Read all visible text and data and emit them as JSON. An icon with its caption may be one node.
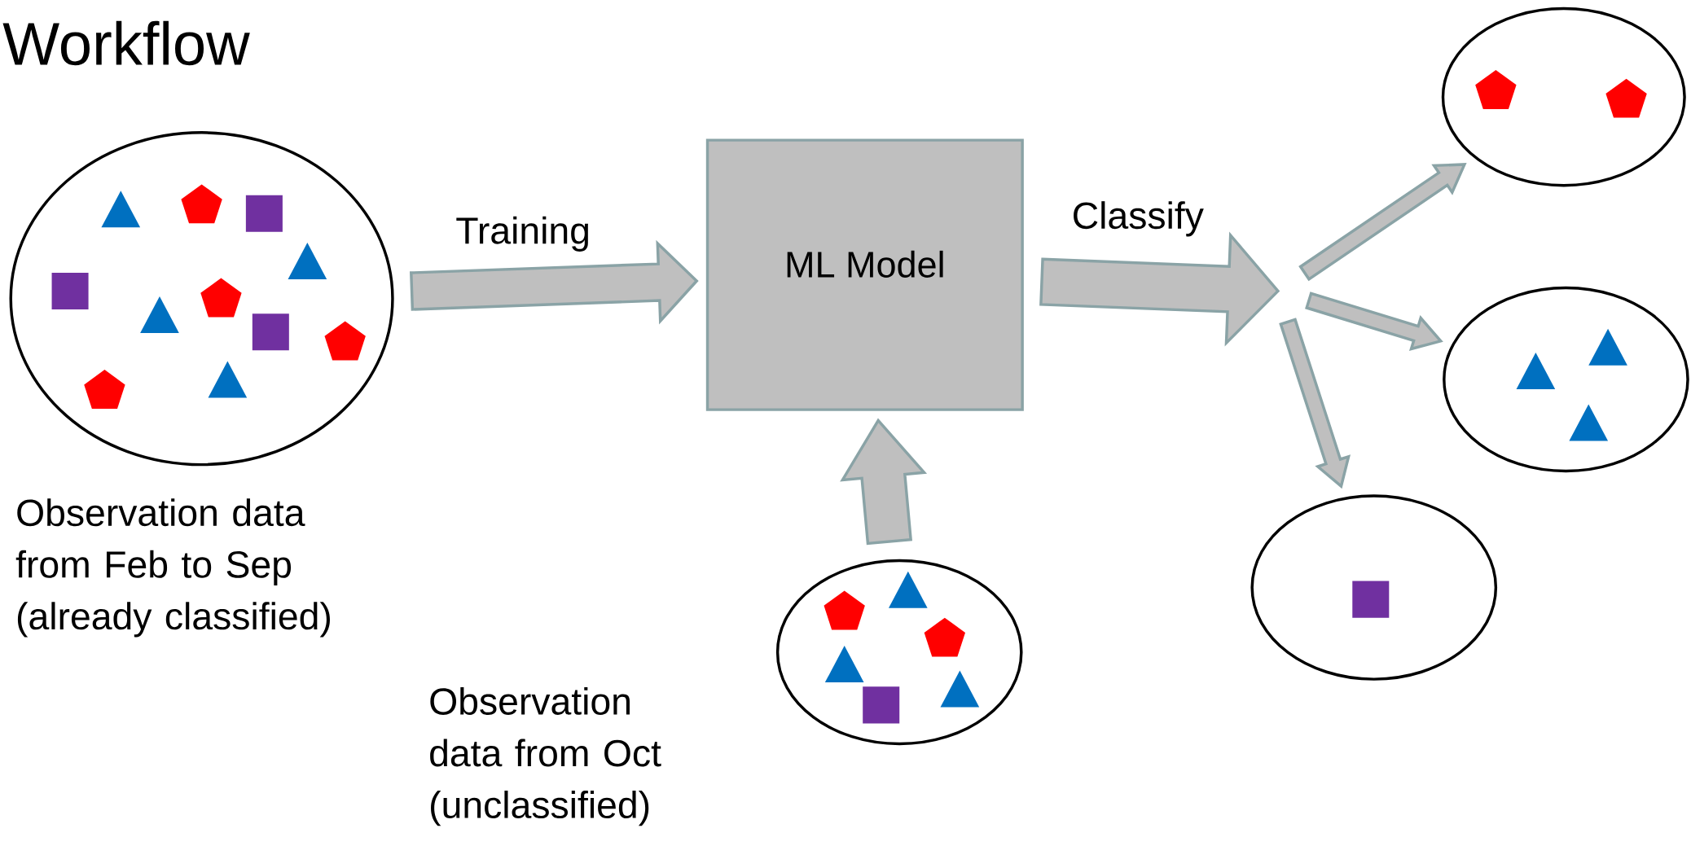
{
  "diagram": {
    "title": "Workflow",
    "nodes": [
      {
        "text": [],
        "shape": "circle",
        "beside": [
          "Observation data from Feb to Sep (already classified)"
        ]
      },
      {
        "text": [
          "ML Model"
        ]
      },
      {
        "text": [],
        "shape": "circle",
        "beside": [
          "Observation data from Oct (unclassified)"
        ]
      },
      {
        "text": [],
        "shape": "circle"
      },
      {
        "text": [],
        "shape": "circle"
      },
      {
        "text": [],
        "shape": "circle"
      }
    ],
    "edges": [
      {
        "from": 0,
        "to": 1,
        "arrow": "to",
        "label": "Training"
      },
      {
        "from": 2,
        "to": 1,
        "arrow": "to"
      },
      {
        "from": 1,
        "to": null,
        "arrow": "to",
        "label": "Classify"
      },
      {
        "from": null,
        "to": 3,
        "arrow": "to"
      },
      {
        "from": null,
        "to": 4,
        "arrow": "to"
      },
      {
        "from": null,
        "to": 5,
        "arrow": "to"
      }
    ]
  }
}
